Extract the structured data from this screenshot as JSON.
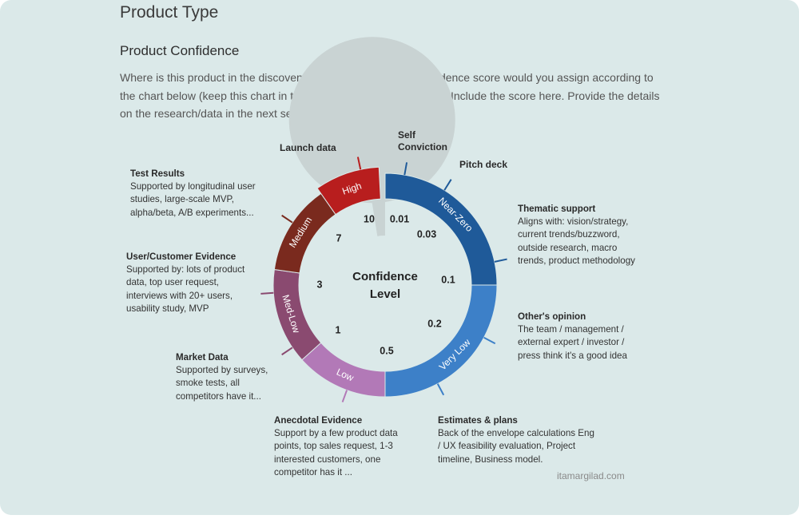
{
  "header": {
    "title": "Product Type",
    "subtitle": "Product Confidence",
    "description": "Where is this product in the discovery-delivery scale? What confidence score would you assign according to the chart below (keep this chart in the product brief for reference)? Include the score here. Provide the details on the research/data in the next section (Evidence)."
  },
  "wheel": {
    "center_line1": "Confidence",
    "center_line2": "Level",
    "bands": [
      {
        "label": "Near-Zero",
        "color": "#1f5a99"
      },
      {
        "label": "Very Low",
        "color": "#3d80c8"
      },
      {
        "label": "Low",
        "color": "#b279b7"
      },
      {
        "label": "Med-Low",
        "color": "#8a4a70"
      },
      {
        "label": "Medium",
        "color": "#7a2a1e"
      },
      {
        "label": "High",
        "color": "#b81e1e"
      }
    ],
    "scores": [
      "0.01",
      "0.03",
      "0.1",
      "0.2",
      "0.5",
      "1",
      "3",
      "7",
      "10"
    ]
  },
  "annotations": {
    "self_conviction": {
      "title": "Self\nConviction"
    },
    "pitch_deck": {
      "title": "Pitch deck"
    },
    "launch_data": {
      "title": "Launch data"
    },
    "thematic": {
      "title": "Thematic support",
      "body": "Aligns with: vision/strategy, current trends/buzzword, outside research, macro trends, product methodology"
    },
    "others_opinion": {
      "title": "Other's opinion",
      "body": "The team / management / external expert / investor / press think it's a good idea"
    },
    "estimates": {
      "title": "Estimates & plans",
      "body": "Back of the envelope calculations Eng / UX feasibility evaluation, Project timeline, Business model."
    },
    "anecdotal": {
      "title": "Anecdotal Evidence",
      "body": "Support by a few product data points, top sales request, 1-3 interested customers, one competitor has it ..."
    },
    "market": {
      "title": "Market Data",
      "body": "Supported by surveys, smoke tests, all competitors have it..."
    },
    "user_customer": {
      "title": "User/Customer Evidence",
      "body": "Supported by: lots of product data, top user request, interviews with 20+ users, usability study, MVP"
    },
    "test_results": {
      "title": "Test Results",
      "body": "Supported by longitudinal user studies, large-scale MVP, alpha/beta, A/B experiments..."
    }
  },
  "footer": {
    "credit": "itamargilad.com"
  }
}
